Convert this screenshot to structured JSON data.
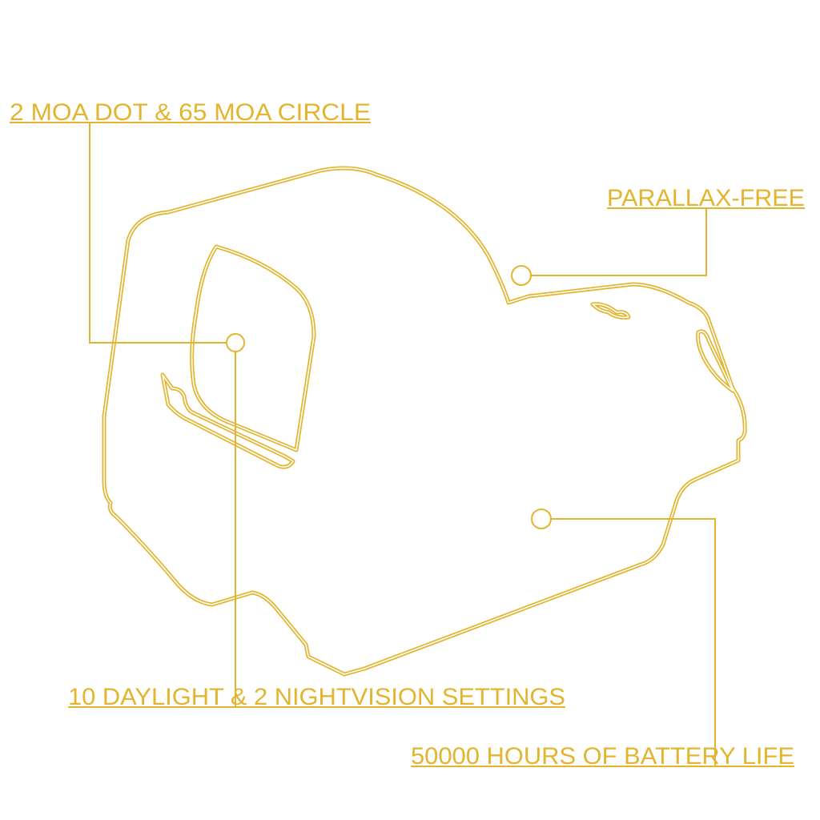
{
  "accent_color": "#E3B52F",
  "callouts": {
    "reticle": "2 MOA DOT & 65 MOA CIRCLE",
    "parallax": "PARALLAX-FREE",
    "brightness": "10 DAYLIGHT & 2 NIGHTVISION SETTINGS",
    "battery": "50000 HOURS OF BATTERY LIFE"
  }
}
